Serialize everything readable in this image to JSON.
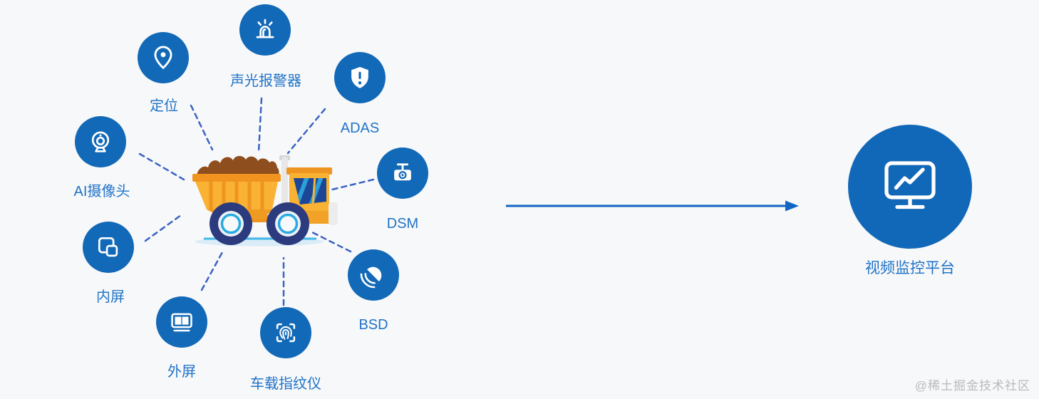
{
  "diagram_title": "",
  "nodes": [
    {
      "id": "positioning",
      "label": "定位",
      "icon": "map-pin-icon"
    },
    {
      "id": "sound-light-alarm",
      "label": "声光报警器",
      "icon": "siren-icon"
    },
    {
      "id": "adas",
      "label": "ADAS",
      "icon": "shield-alert-icon"
    },
    {
      "id": "ai-camera",
      "label": "AI摄像头",
      "icon": "webcam-icon"
    },
    {
      "id": "dsm",
      "label": "DSM",
      "icon": "dashcam-icon"
    },
    {
      "id": "inner-screen",
      "label": "内屏",
      "icon": "dual-screen-icon"
    },
    {
      "id": "bsd",
      "label": "BSD",
      "icon": "radar-dome-icon"
    },
    {
      "id": "outer-screen",
      "label": "外屏",
      "icon": "split-screen-icon"
    },
    {
      "id": "fingerprint",
      "label": "车载指纹仪",
      "icon": "fingerprint-scan-icon"
    }
  ],
  "center_illustration": "dump-truck",
  "platform": {
    "label": "视频监控平台",
    "icon": "monitor-trend-icon"
  },
  "flow": {
    "from": "vehicle-devices",
    "to": "video-platform",
    "connector": "solid-arrow-right"
  },
  "watermark": "@稀土掘金技术社区",
  "colors": {
    "background": "#f7f8f9",
    "node_circle": "#1269b7",
    "platform_circle": "#1268b8",
    "label_text": "#2173c8",
    "dashed_line": "#3b63c4",
    "arrow": "#1065c5",
    "watermark_gray": "#b9babc",
    "truck_yellow": "#f9b233",
    "truck_orange": "#ee9420",
    "dirt_brown": "#8e4e1d",
    "wheel_navy": "#2b3b7d",
    "wheel_accent": "#29abe2",
    "window_blue": "#1c4796",
    "shadow_blue": "#d9ecf7"
  }
}
